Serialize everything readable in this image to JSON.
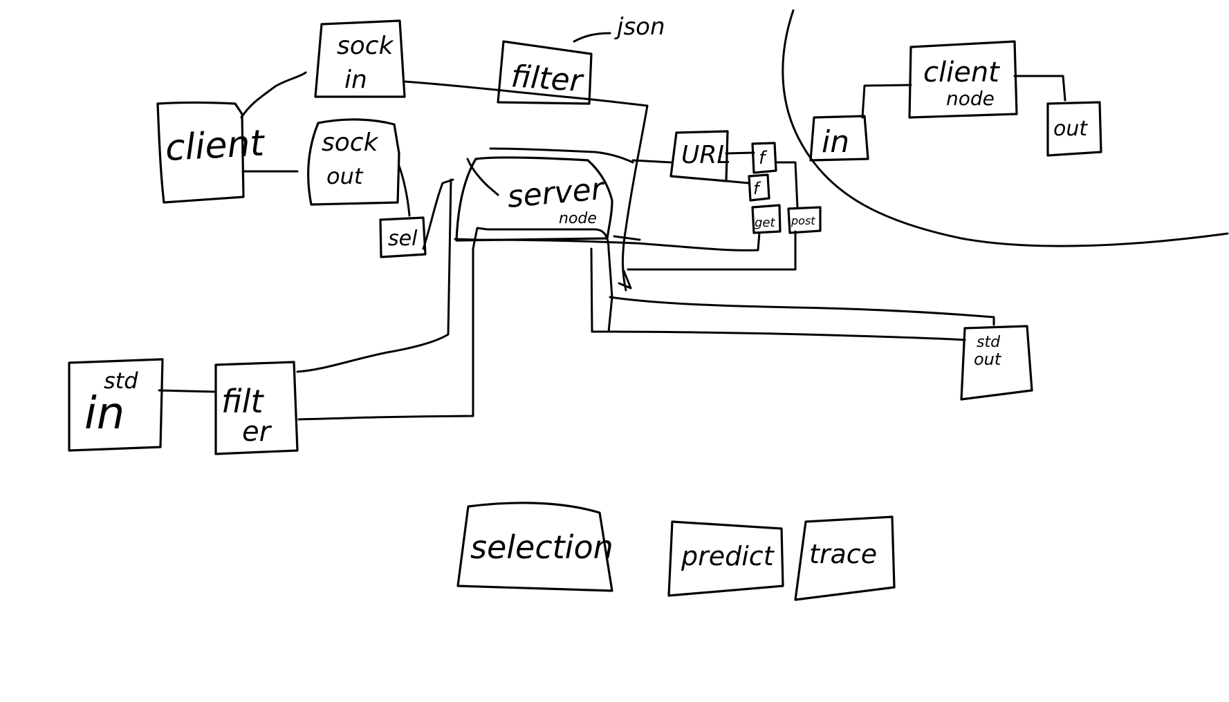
{
  "diagram": {
    "nodes": {
      "client": "client",
      "sock_in": [
        "sock",
        "in"
      ],
      "sock_out": [
        "sock",
        "out"
      ],
      "filter_top": "filter",
      "json_note": "json",
      "url": "URL",
      "f1": "f",
      "f2": "f",
      "get": "get",
      "post": "post",
      "sel": "sel",
      "server_node": [
        "server",
        "node"
      ],
      "client_node": [
        "client",
        "node"
      ],
      "cn_in": "in",
      "cn_out": "out",
      "std_in_std": "std",
      "std_in_in": "in",
      "filter_bottom": [
        "filt",
        "er"
      ],
      "std_out": [
        "std",
        "out"
      ],
      "selection": "selection",
      "predict": "predict",
      "trace": "trace"
    }
  }
}
